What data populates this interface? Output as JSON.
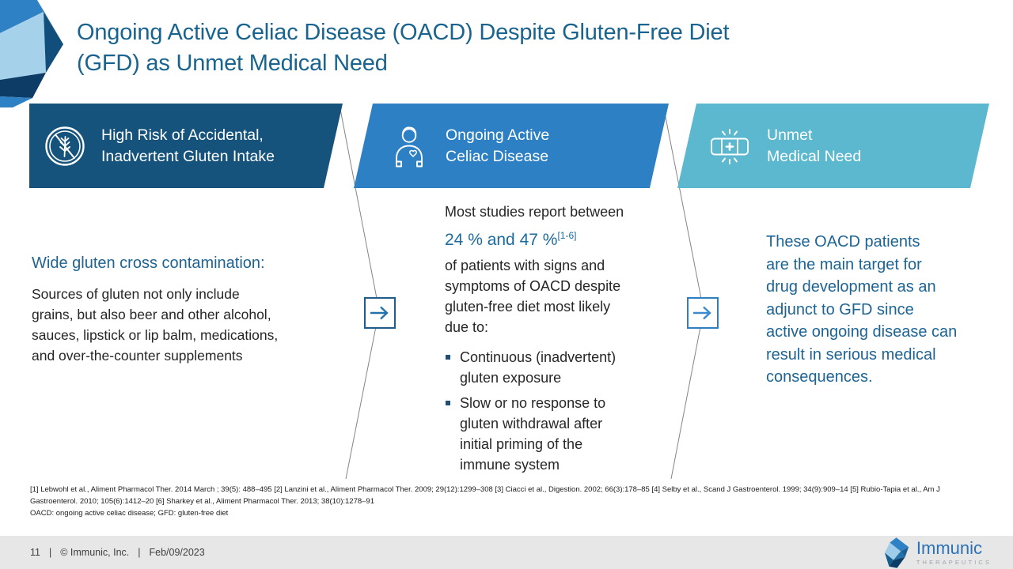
{
  "slide": {
    "title": "Ongoing Active Celiac Disease (OACD) Despite Gluten-Free Diet\n(GFD) as Unmet Medical Need"
  },
  "banners": [
    {
      "label": "High Risk of Accidental,\nInadvertent Gluten Intake",
      "icon": "gluten-free-icon",
      "color": "#15537D"
    },
    {
      "label": "Ongoing Active\nCeliac Disease",
      "icon": "patient-icon",
      "color": "#2E80C4"
    },
    {
      "label": "Unmet\nMedical Need",
      "icon": "bandage-plus-icon",
      "color": "#5CB8CE"
    }
  ],
  "flow_icons": {
    "between_1_2": "arrow-right-icon",
    "between_2_3": "arrow-right-icon"
  },
  "left_column": {
    "heading": "Wide gluten cross contamination:",
    "body": "Sources of gluten not only include\ngrains, but also beer and other alcohol,\nsauces, lipstick or lip balm, medications,\nand over-the-counter supplements"
  },
  "middle_column": {
    "intro": "Most studies report between",
    "stat": "24 % and 47 %",
    "stat_citation": "[1-6]",
    "continuation": "of patients with signs and\nsymptoms of OACD despite\ngluten-free diet most likely\ndue to:",
    "bullets": [
      "Continuous (inadvertent)\ngluten exposure",
      "Slow or no response to\ngluten withdrawal after\ninitial priming of the\nimmune system"
    ]
  },
  "right_column": {
    "body": "These OACD patients\nare the main target for\ndrug development as an\nadjunct to GFD since\nactive ongoing disease can\nresult in serious medical\nconsequences."
  },
  "footnotes": {
    "references": "[1] Lebwohl et al., Aliment Pharmacol Ther. 2014 March ; 39(5): 488–495 [2] Lanzini et al., Aliment Pharmacol Ther. 2009; 29(12):1299–308 [3] Ciacci et al., Digestion. 2002; 66(3):178–85 [4] Selby et al., Scand J Gastroenterol. 1999; 34(9):909–14 [5] Rubio-Tapia et al., Am J\nGastroenterol. 2010; 105(6):1412–20 [6] Sharkey et al., Aliment Pharmacol Ther. 2013; 38(10):1278–91",
    "abbreviations": "OACD: ongoing active celiac disease; GFD: gluten-free diet"
  },
  "footer": {
    "page_number": "11",
    "divider": "|",
    "copyright": "© Immunic, Inc.",
    "date": "Feb/09/2023",
    "logo_name": "Immunic",
    "logo_subtitle": "THERAPEUTICS"
  },
  "colors": {
    "title_text": "#19648F",
    "banner_dark_blue": "#15537D",
    "banner_medium_blue": "#2E80C4",
    "banner_teal": "#5CB8CE",
    "accent_stat_blue": "#1D6B9E",
    "right_text_blue": "#1D6494",
    "body_text": "#262626",
    "footer_bar_bg": "#E7E7E7",
    "logo_blue": "#2B72B7"
  }
}
